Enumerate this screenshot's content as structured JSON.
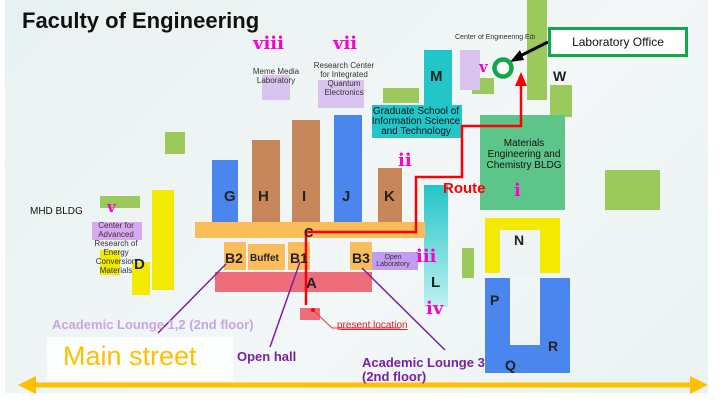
{
  "title": "Faculty of Engineering",
  "callout": "Laboratory Office",
  "route_label": "Route",
  "main_street": "Main street",
  "present_location": "present location",
  "buildings": {
    "A": "A",
    "B1": "B1",
    "B2": "B2",
    "B3": "B3",
    "buffet": "Buffet",
    "C": "C",
    "D": "D",
    "G": "G",
    "H": "H",
    "I": "I",
    "J": "J",
    "K": "K",
    "L": "L",
    "M": "M",
    "N": "N",
    "P": "P",
    "Q": "Q",
    "R": "R",
    "W": "W"
  },
  "facilities": {
    "mhd": "MHD BLDG",
    "center_energy": "Center for Advanced Research of Energy Conversion Materials",
    "meme": "Meme Media Laboratory",
    "quantum": "Research Center for Integrated Quantum Electronics",
    "grad_school": "Graduate School of Information Science and Technology",
    "materials": "Materials Engineering and Chemistry BLDG",
    "ceed": "Center of Engineering Education Development",
    "open_lab": "Open Laboratory",
    "open_hall": "Open hall",
    "lounge3": "Academic Lounge 3 (2nd floor)",
    "lounge12": "Academic Lounge 1,2 (2nd floor)"
  },
  "numerals": {
    "i": "i",
    "ii": "ii",
    "iii": "iii",
    "iv": "iv",
    "v": "v",
    "v2": "v",
    "vii": "vii",
    "viii": "viii"
  },
  "colors": {
    "route": "#ff0000",
    "office_marker": "#10a84a",
    "street": "#ffc000"
  }
}
